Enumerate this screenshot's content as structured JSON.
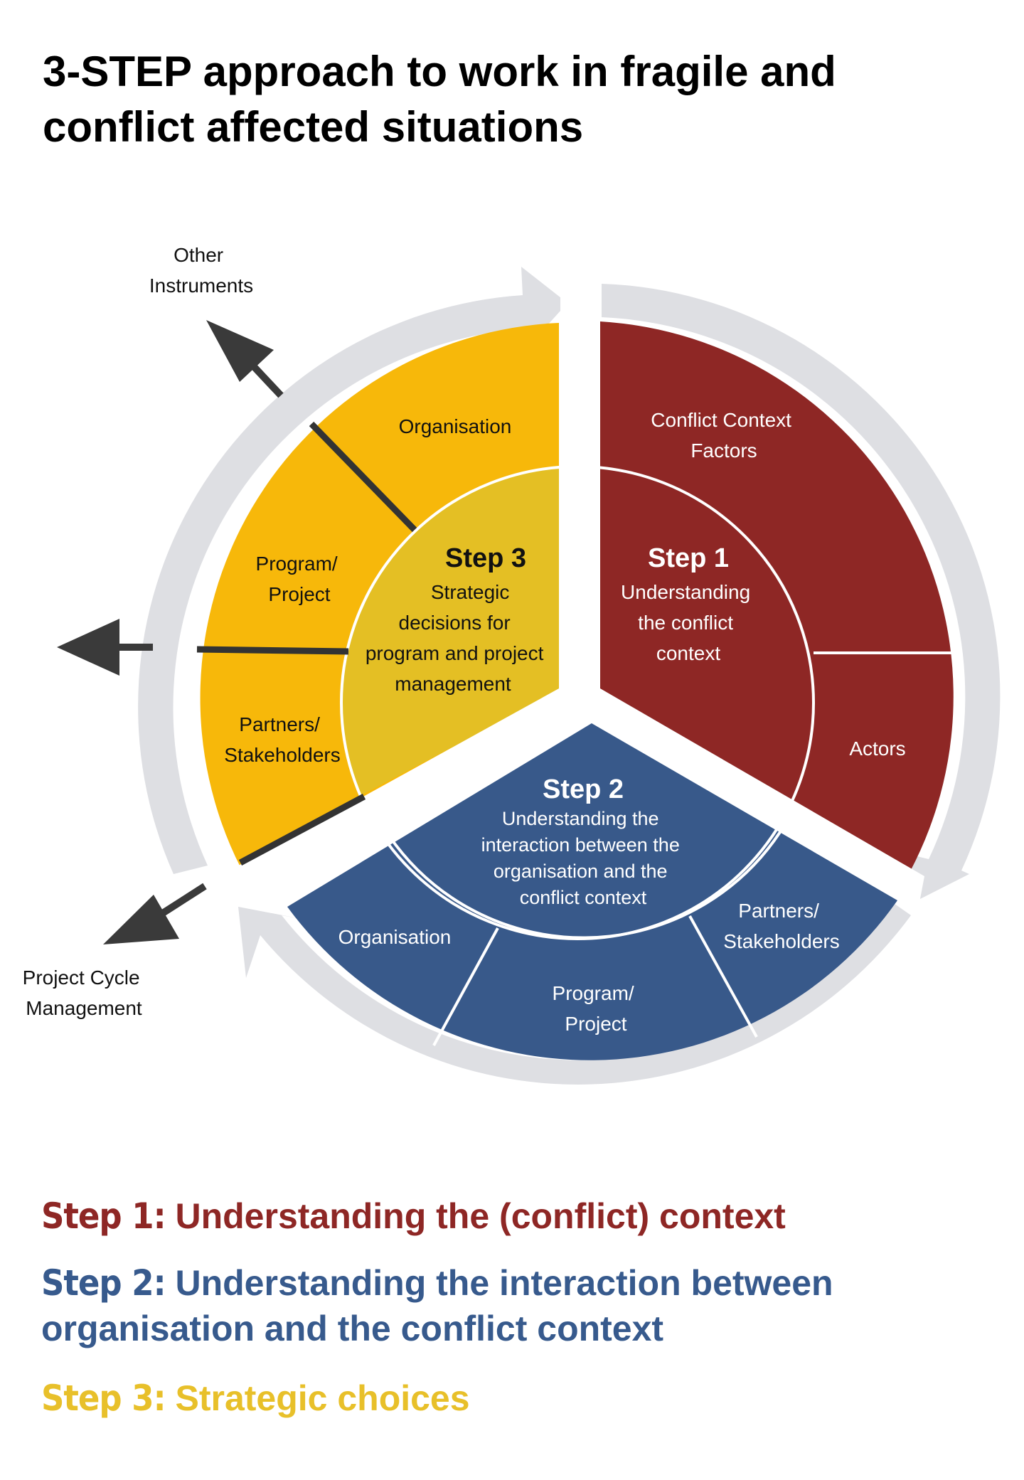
{
  "title": "3-STEP approach to work in fragile and conflict affected situations",
  "colors": {
    "step1": "#8e2725",
    "step2": "#38598a",
    "step3_outer": "#f7b80a",
    "step3_inner": "#e4bf24",
    "ring": "#dedfe3",
    "arrow": "#3a3a3a",
    "step1_legend": "#8e2725",
    "step2_legend": "#375a8d",
    "step3_legend": "#e8c02a"
  },
  "outer_arrows": {
    "other_instruments": "Other Instruments",
    "other_instruments_lines": [
      "Other",
      "Instruments"
    ],
    "project_cycle": "Project Cycle Management",
    "project_cycle_lines": [
      "Project Cycle",
      "Management"
    ],
    "left_arrow_icon": "arrow-left-icon"
  },
  "step1": {
    "heading": "Step 1",
    "description_lines": [
      "Understanding",
      "the conflict",
      "context"
    ],
    "outer_segments": {
      "top_lines": [
        "Conflict Context",
        "Factors"
      ],
      "bottom": "Actors"
    }
  },
  "step2": {
    "heading": "Step 2",
    "description_lines": [
      "Understanding the",
      "interaction between the",
      "organisation and the",
      "conflict context"
    ],
    "outer_segments": {
      "left": "Organisation",
      "middle_lines": [
        "Program/",
        "Project"
      ],
      "right_lines": [
        "Partners/",
        "Stakeholders"
      ]
    }
  },
  "step3": {
    "heading": "Step 3",
    "description_lines": [
      "Strategic",
      "decisions for",
      "program and project",
      "management"
    ],
    "outer_segments": {
      "top": "Organisation",
      "middle_lines": [
        "Program/",
        "Project"
      ],
      "bottom_lines": [
        "Partners/",
        "Stakeholders"
      ]
    }
  },
  "legend": {
    "step1": {
      "key": "Step 1:",
      "text": "Understanding the (conflict) context"
    },
    "step2": {
      "key": "Step 2:",
      "text": "Understanding the interaction between organisation and the conflict context"
    },
    "step3": {
      "key": "Step 3:",
      "text": "Strategic choices"
    }
  }
}
